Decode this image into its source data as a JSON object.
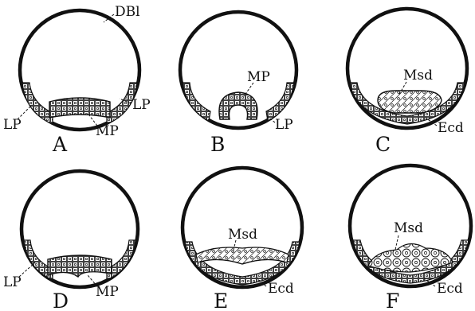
{
  "figure": {
    "panels": [
      {
        "id": "A",
        "letter": "A",
        "labels": [
          "DBl",
          "LP",
          "LP",
          "MP"
        ]
      },
      {
        "id": "B",
        "letter": "B",
        "labels": [
          "MP",
          "LP"
        ]
      },
      {
        "id": "C",
        "letter": "C",
        "labels": [
          "Msd",
          "Ecd"
        ]
      },
      {
        "id": "D",
        "letter": "D",
        "labels": [
          "LP",
          "MP"
        ]
      },
      {
        "id": "E",
        "letter": "E",
        "labels": [
          "Msd",
          "Ecd"
        ]
      },
      {
        "id": "F",
        "letter": "F",
        "labels": [
          "Msd",
          "Ecd"
        ]
      }
    ],
    "colors": {
      "ink": "#111111",
      "background": "#ffffff"
    }
  }
}
